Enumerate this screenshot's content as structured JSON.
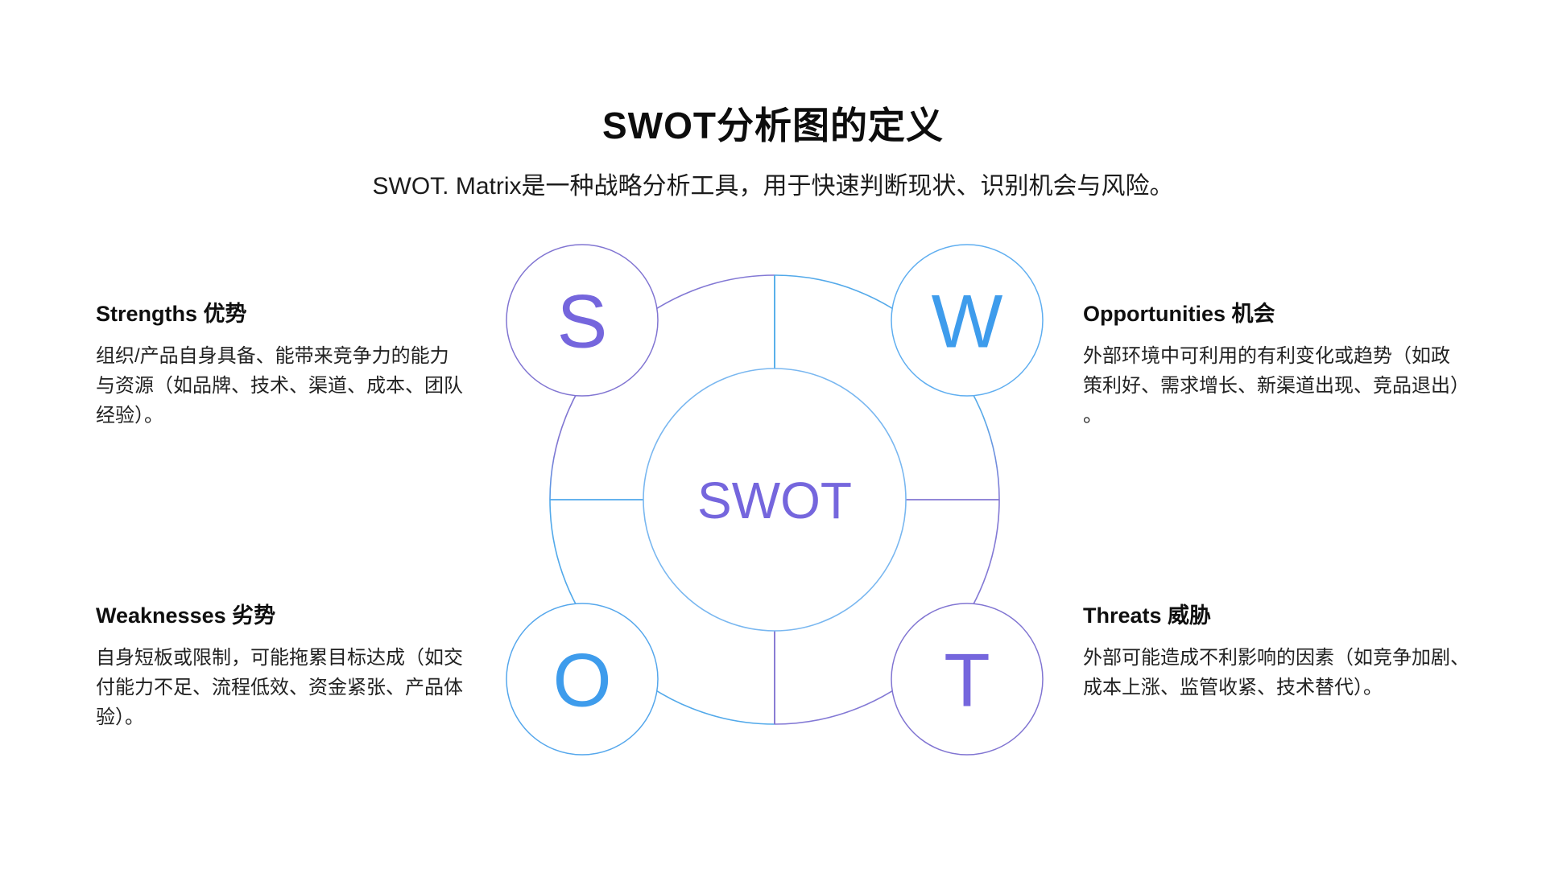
{
  "header": {
    "title": "SWOT分析图的定义",
    "subtitle": "SWOT. Matrix是一种战略分析工具，用于快速判断现状、识别机会与风险。"
  },
  "diagram": {
    "center_label": "SWOT",
    "center_label_color": "#7566DD",
    "center_circle_color": "#79B7F0",
    "ring_colors": {
      "blue": "#52A9EA",
      "purple": "#8379D5"
    },
    "connector_colors": {
      "top": "#47A7E8",
      "bottom": "#7E6FD0",
      "left": "#4FA8EC",
      "right": "#8377D3"
    },
    "nodes": [
      {
        "id": "s",
        "letter": "S",
        "letter_color": "#7566DD",
        "circle_color": "#8175D2"
      },
      {
        "id": "w",
        "letter": "W",
        "letter_color": "#3E9CEC",
        "circle_color": "#5FAEF0"
      },
      {
        "id": "o",
        "letter": "O",
        "letter_color": "#3E9CEC",
        "circle_color": "#55A7EC"
      },
      {
        "id": "t",
        "letter": "T",
        "letter_color": "#7566DD",
        "circle_color": "#8175D2"
      }
    ]
  },
  "sections": {
    "strengths": {
      "heading": "Strengths 优势",
      "body": "组织/产品自身具备、能带来竞争力的能力\n与资源（如品牌、技术、渠道、成本、团队\n经验）。"
    },
    "weaknesses": {
      "heading": "Weaknesses 劣势",
      "body": "自身短板或限制，可能拖累目标达成（如交\n付能力不足、流程低效、资金紧张、产品体\n验）。"
    },
    "opportunities": {
      "heading": "Opportunities 机会",
      "body": "外部环境中可利用的有利变化或趋势（如政\n策利好、需求增长、新渠道出现、竞品退出）\n。"
    },
    "threats": {
      "heading": "Threats 威胁",
      "body": "外部可能造成不利影响的因素（如竞争加剧、\n成本上涨、监管收紧、技术替代）。"
    }
  }
}
